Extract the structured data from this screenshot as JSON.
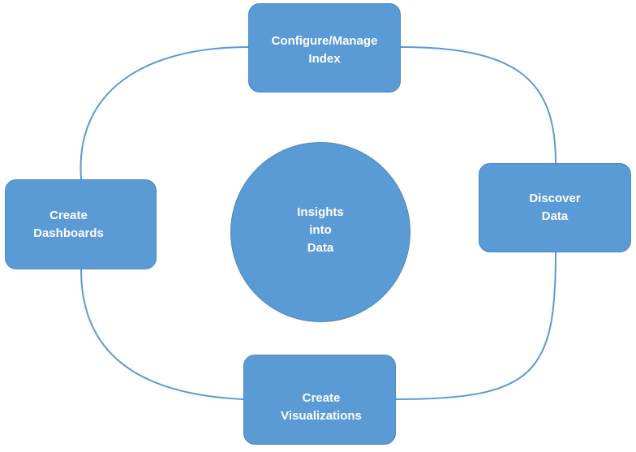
{
  "diagram": {
    "nodes": {
      "configure": {
        "line1": "Configure/Manage",
        "line2": "Index"
      },
      "discover": {
        "line1": "Discover",
        "line2": "Data"
      },
      "visualize": {
        "line1": "Create",
        "line2": "Visualizations"
      },
      "dashboards": {
        "line1": "Create",
        "line2": "Dashboards"
      },
      "center": {
        "line1": "Insights",
        "line2": "into",
        "line3": "Data"
      }
    },
    "colors": {
      "node_fill": "#5b9bd5",
      "node_border": "#4a88c5",
      "connector": "#5b9bd5",
      "text": "#ffffff"
    }
  }
}
